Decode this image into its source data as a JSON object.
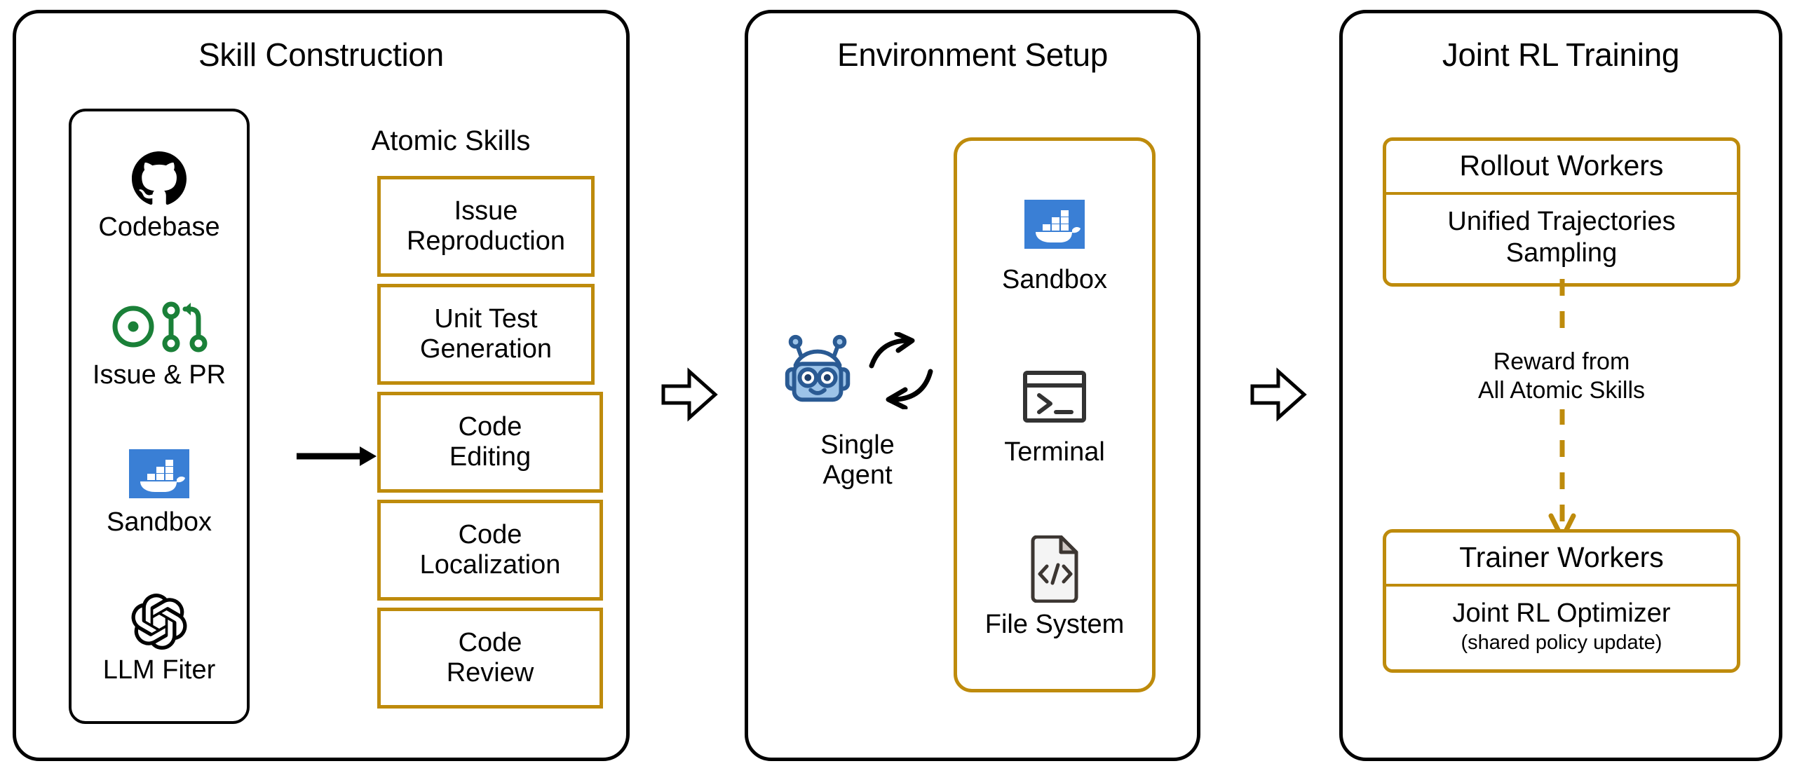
{
  "panels": [
    {
      "title": "Skill Construction"
    },
    {
      "title": "Environment Setup"
    },
    {
      "title": "Joint RL Training"
    }
  ],
  "skill_construction": {
    "title": "Skill Construction",
    "sources": [
      {
        "label": "Codebase",
        "icon": "github-icon"
      },
      {
        "label": "Issue & PR",
        "icon": "issue-and-pull-request-icon"
      },
      {
        "label": "Sandbox",
        "icon": "docker-icon"
      },
      {
        "label": "LLM Fiter",
        "icon": "openai-icon"
      }
    ],
    "arrow_icon": "right-arrow-icon",
    "atomic_skills_title": "Atomic Skills",
    "atomic_skills": [
      {
        "line1": "Issue",
        "line2": "Reproduction"
      },
      {
        "line1": "Unit Test",
        "line2": "Generation"
      },
      {
        "line1": "Code",
        "line2": "Editing"
      },
      {
        "line1": "Code",
        "line2": "Localization"
      },
      {
        "line1": "Code",
        "line2": "Review"
      }
    ]
  },
  "environment_setup": {
    "title": "Environment Setup",
    "agent": {
      "icon": "robot-icon",
      "exchange_icon": "bidirectional-arrows-icon",
      "label_line1": "Single",
      "label_line2": "Agent"
    },
    "tools": [
      {
        "label": "Sandbox",
        "icon": "docker-icon"
      },
      {
        "label": "Terminal",
        "icon": "terminal-icon"
      },
      {
        "label": "File System",
        "icon": "code-file-icon"
      }
    ]
  },
  "joint_rl_training": {
    "title": "Joint RL Training",
    "rollout": {
      "header": "Rollout Workers",
      "body_line1": "Unified Trajectories",
      "body_line2": "Sampling"
    },
    "reward_arrow": {
      "icon": "dashed-down-arrow-icon",
      "label_line1": "Reward from",
      "label_line2": "All Atomic Skills"
    },
    "trainer": {
      "header": "Trainer Workers",
      "body": "Joint RL Optimizer",
      "sub": "(shared policy update)"
    }
  },
  "connectors": [
    {
      "icon": "block-arrow-right-icon"
    },
    {
      "icon": "block-arrow-right-icon"
    }
  ],
  "colors": {
    "gold": "#BE8B0C",
    "docker_blue": "#3A7FD5",
    "github_black": "#000000",
    "issue_green": "#1A8038",
    "robot_blue": "#9CC3E8",
    "robot_outline": "#2A5A93",
    "outline_black": "#000000"
  }
}
